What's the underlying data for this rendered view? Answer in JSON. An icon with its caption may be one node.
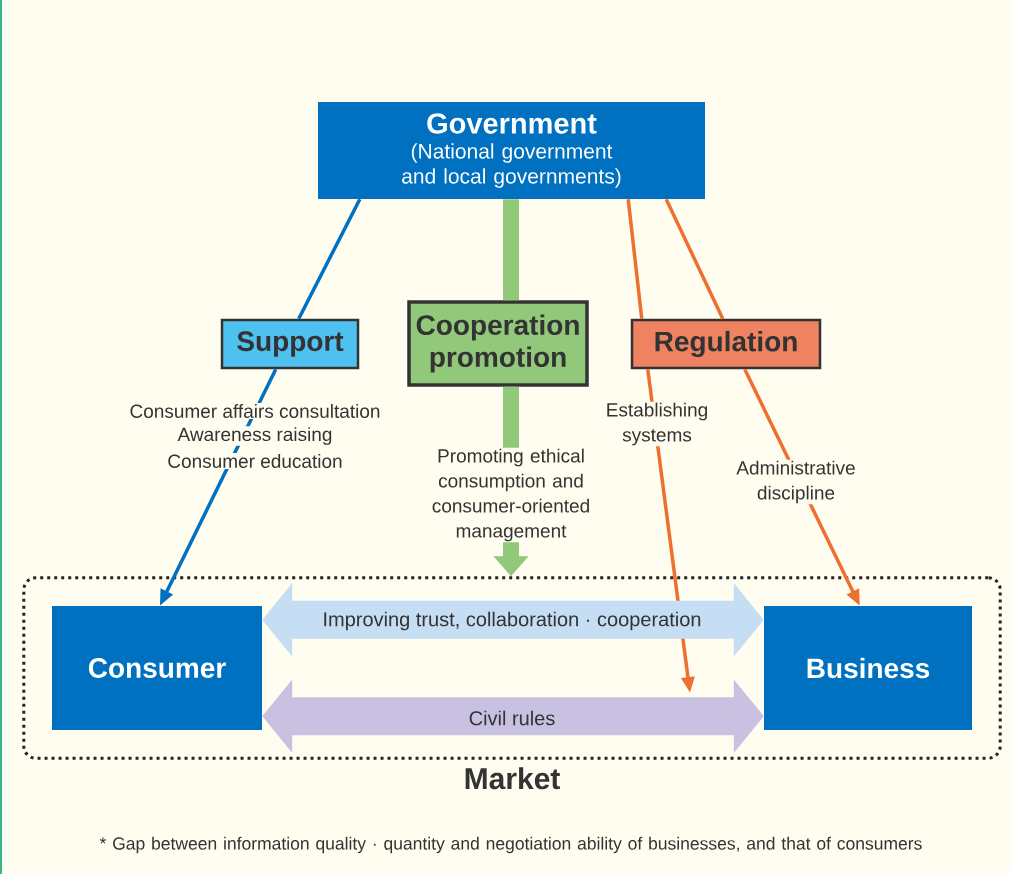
{
  "diagram": {
    "nodes": [
      {
        "text": [
          "Government",
          "(National government and local governments)"
        ]
      },
      {
        "text": [
          "Support"
        ]
      },
      {
        "text": [
          "Cooperation promotion"
        ]
      },
      {
        "text": [
          "Regulation"
        ]
      },
      {
        "text": [
          "Market"
        ]
      },
      {
        "text": [
          "Consumer"
        ],
        "in": 4
      },
      {
        "text": [
          "Business"
        ],
        "in": 4
      }
    ],
    "edges": [
      {
        "from": 0,
        "to": 1,
        "arrow": "none",
        "color": "#0070c0"
      },
      {
        "from": 1,
        "to": 5,
        "arrow": "to",
        "color": "#0070c0"
      },
      {
        "from": 0,
        "to": 2,
        "arrow": "none",
        "style": "thick",
        "color": "#92c87a"
      },
      {
        "from": 2,
        "to": 4,
        "arrow": "to",
        "style": "thick",
        "color": "#92c87a",
        "label": "Promoting ethical consumption and consumer-oriented management"
      },
      {
        "from": 0,
        "to": 3,
        "arrow": "none"
      },
      {
        "from": 0,
        "to": 3,
        "arrow": "none"
      },
      {
        "from": 3,
        "to": null,
        "arrow": "to",
        "label": "Establishing systems"
      },
      {
        "from": 3,
        "to": 6,
        "arrow": "to",
        "label": "Administrative discipline"
      },
      {
        "from": 5,
        "to": 6,
        "arrow": "both",
        "style": "thick",
        "color": "#c6def3",
        "label": "Improving trust, collaboration · cooperation"
      },
      {
        "from": 5,
        "to": 6,
        "arrow": "both",
        "style": "thick",
        "color": "#c8c1e1",
        "label": "Civil rules"
      }
    ],
    "labels": [
      "Consumer affairs consultation",
      "Awareness raising",
      "Consumer education",
      "* Gap between information quality · quantity and negotiation ability of businesses, and that of consumers"
    ]
  }
}
